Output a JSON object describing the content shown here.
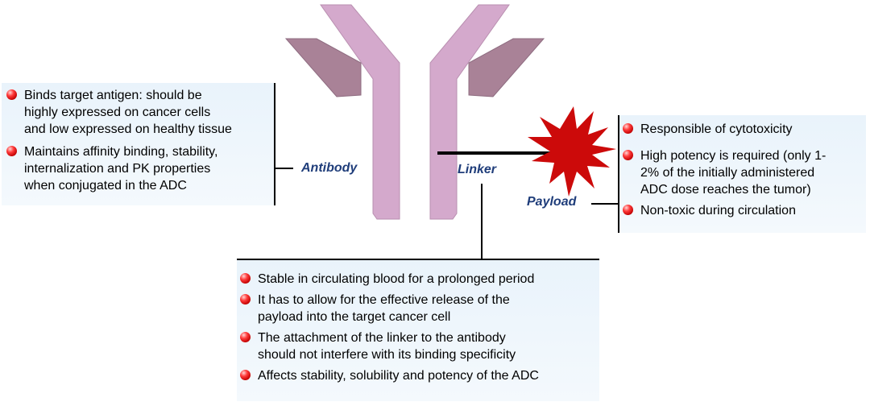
{
  "labels": {
    "antibody": "Antibody",
    "linker": "Linker",
    "payload": "Payload"
  },
  "antibody_panel": {
    "bullets": [
      "Binds target antigen: should be\nhighly expressed on cancer cells\nand low expressed on healthy tissue",
      "Maintains affinity binding, stability,\ninternalization and PK properties\nwhen conjugated in the ADC"
    ]
  },
  "payload_panel": {
    "bullets": [
      "Responsible of cytotoxicity",
      "High potency is required (only 1-\n2% of the initially administered\nADC dose reaches the tumor)",
      "Non-toxic during circulation"
    ]
  },
  "linker_panel": {
    "bullets": [
      "Stable in circulating blood for a prolonged period",
      "It has to allow for the effective release of the\npayload into the target cancer cell",
      "The attachment of the linker to the antibody\nshould not interfere with its binding specificity",
      "Affects stability, solubility and potency of the ADC"
    ]
  },
  "colors": {
    "antibody_heavy": "#d4a9cc",
    "antibody_light": "#a98297",
    "payload_star": "#cc0a0a",
    "label_text": "#1f3d7a",
    "panel_bg": "#eaf4fb",
    "bullet": "#d40000"
  }
}
